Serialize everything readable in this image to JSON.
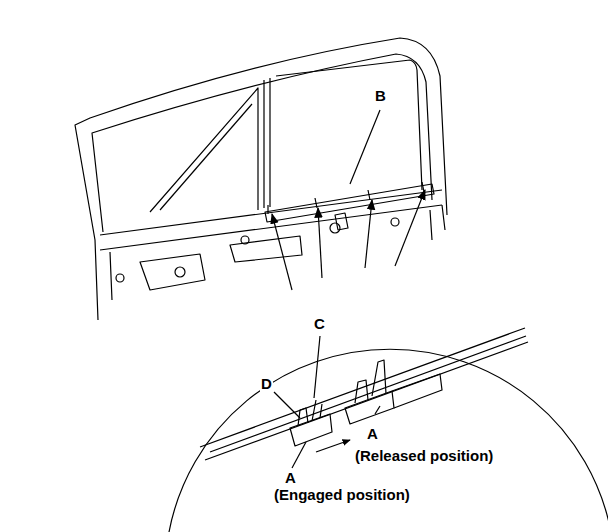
{
  "diagram": {
    "labels": [
      "B",
      "C",
      "D",
      "A",
      "(Released position)",
      "A",
      "(Engaged position)"
    ]
  }
}
